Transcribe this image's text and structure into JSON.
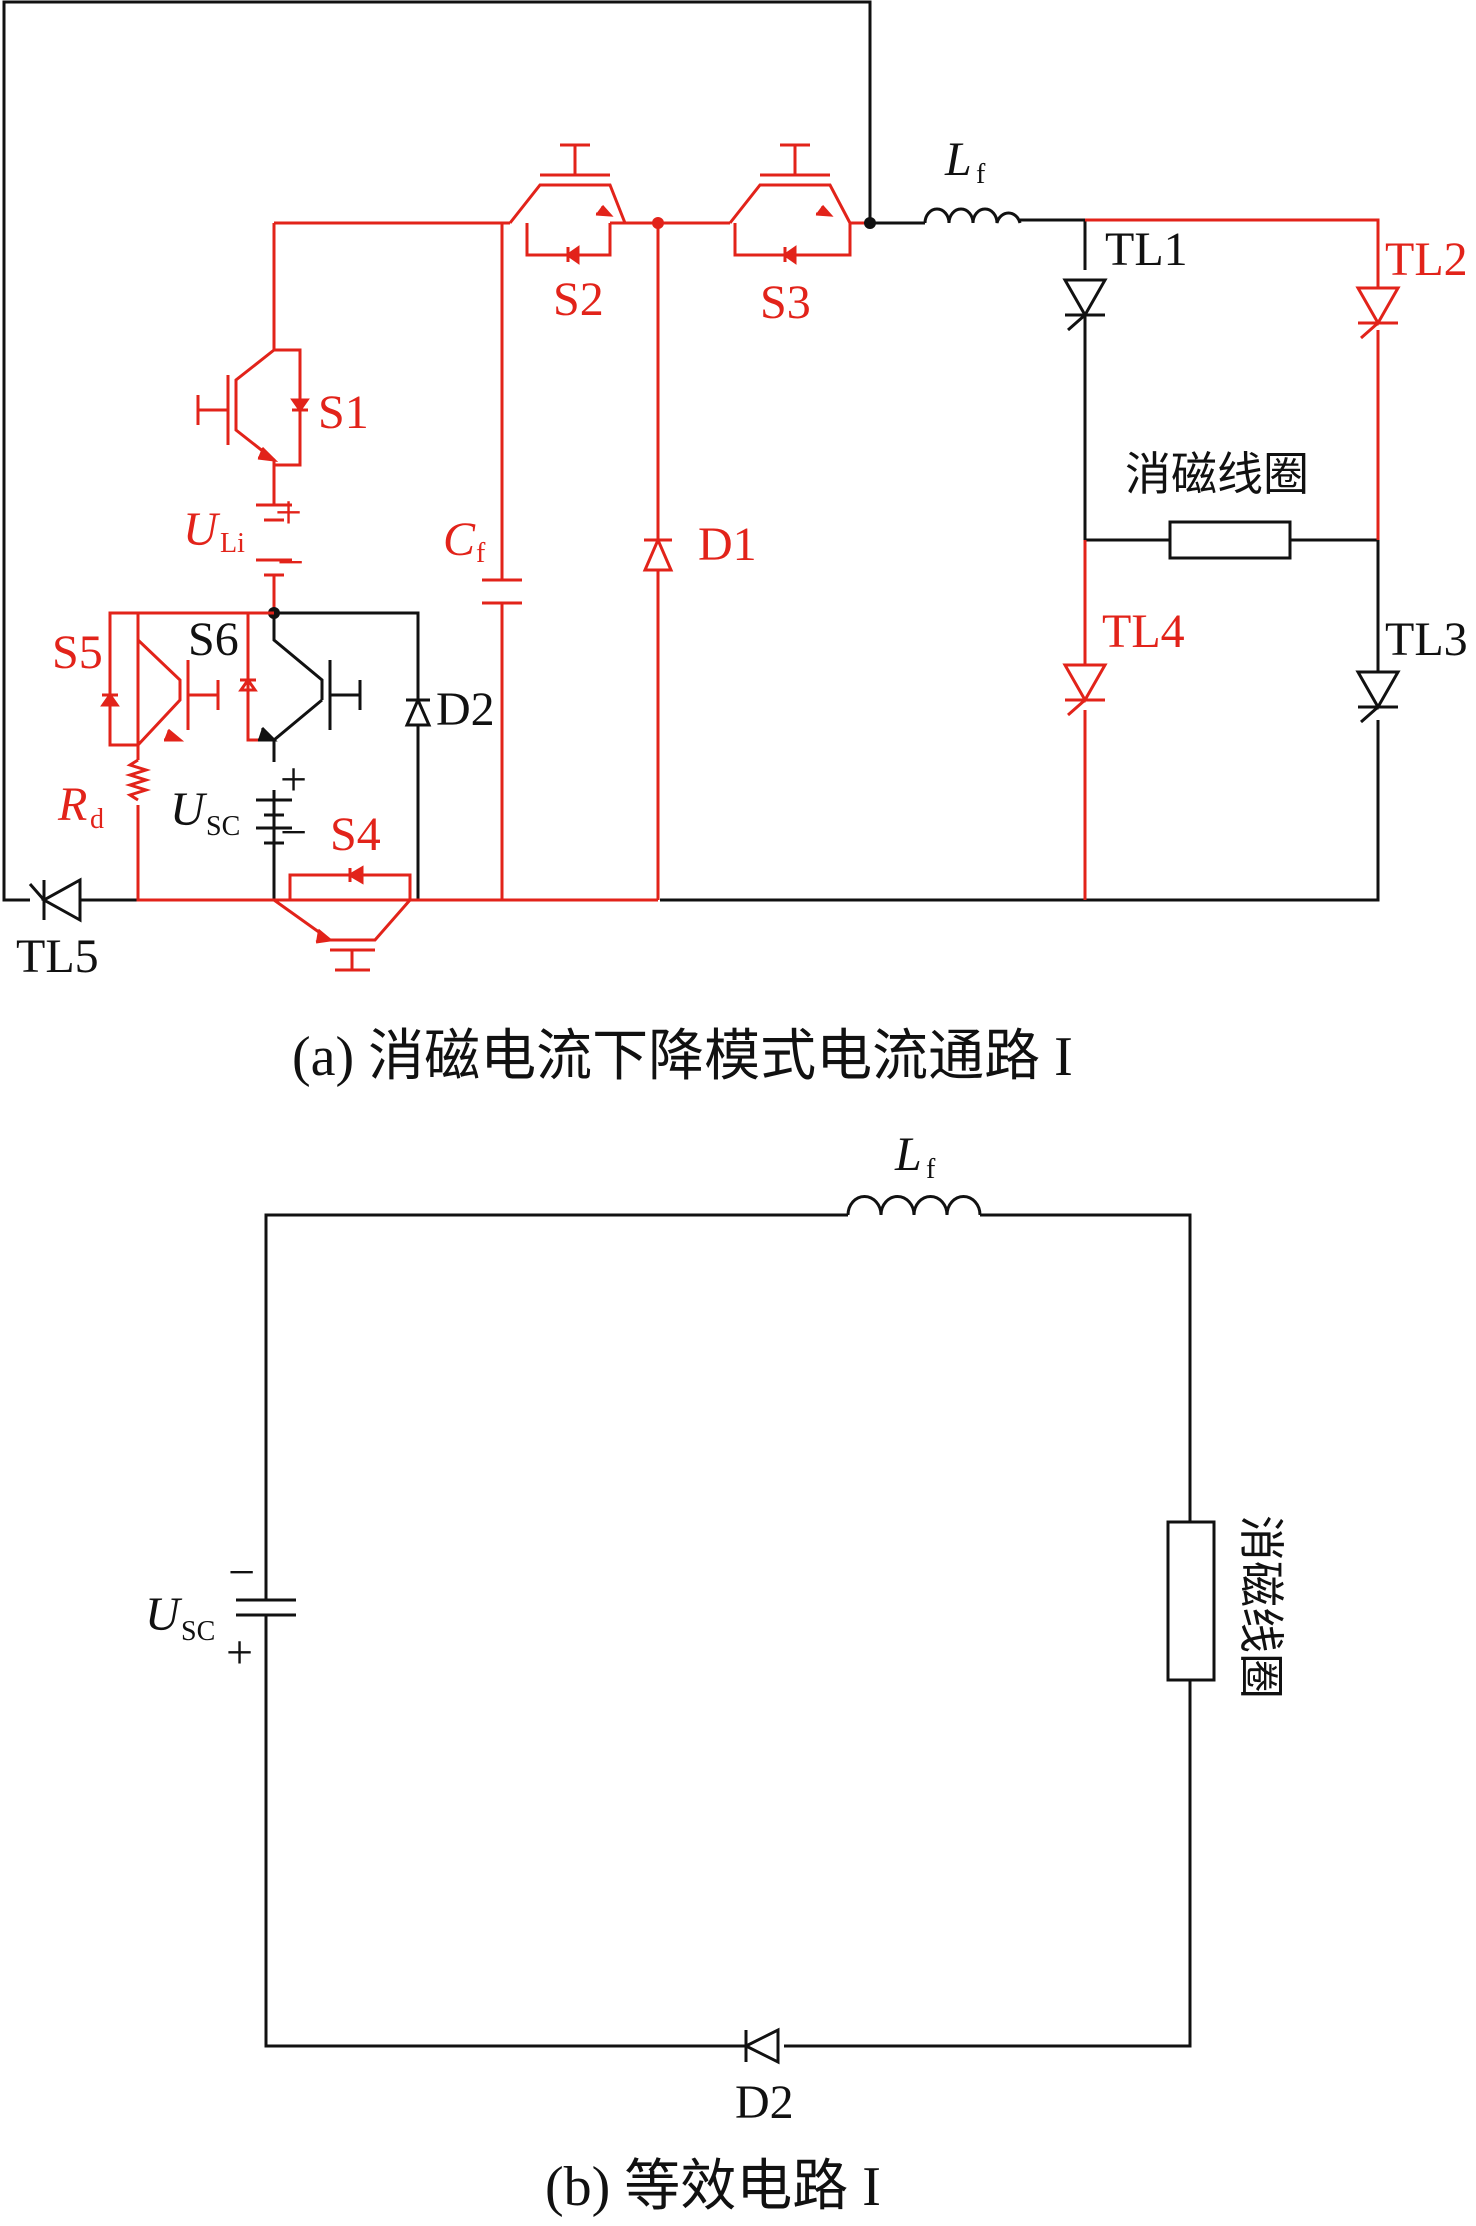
{
  "colors": {
    "active": "#e2231a",
    "inactive": "#111111"
  },
  "panel_a": {
    "caption": "(a) 消磁电流下降模式电流通路 I",
    "labels": {
      "s1": "S1",
      "s2": "S2",
      "s3": "S3",
      "s4": "S4",
      "s5": "S5",
      "s6": "S6",
      "d1": "D1",
      "d2": "D2",
      "tl1": "TL1",
      "tl2": "TL2",
      "tl3": "TL3",
      "tl4": "TL4",
      "tl5": "TL5",
      "coil": "消磁线圈",
      "uli_main": "U",
      "uli_sub": "Li",
      "usc_main": "U",
      "usc_sub": "SC",
      "cf_main": "C",
      "cf_sub": "f",
      "lf_main": "L",
      "lf_sub": "f",
      "rd_main": "R",
      "rd_sub": "d",
      "plus": "+",
      "minus": "−"
    }
  },
  "panel_b": {
    "caption": "(b) 等效电路 I",
    "labels": {
      "lf_main": "L",
      "lf_sub": "f",
      "usc_main": "U",
      "usc_sub": "SC",
      "d2": "D2",
      "coil": "消磁线圈",
      "plus": "+",
      "minus": "−"
    }
  }
}
